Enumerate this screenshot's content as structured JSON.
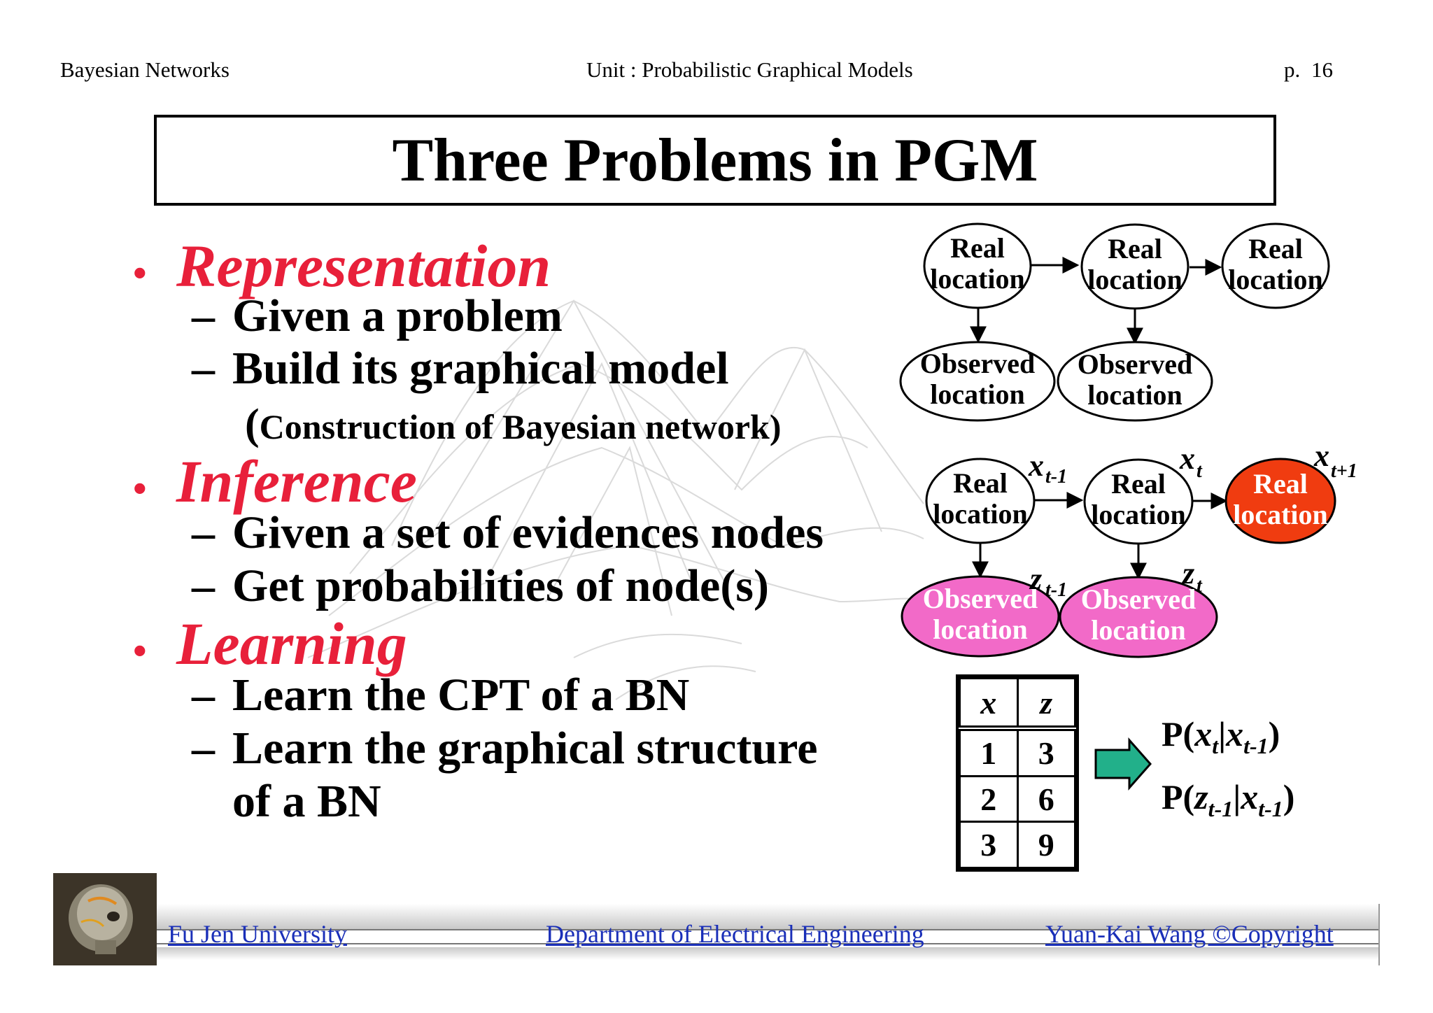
{
  "header": {
    "left": "Bayesian Networks",
    "center": "Unit : Probabilistic Graphical Models",
    "page_prefix": "p.",
    "page_number": "16"
  },
  "title": "Three Problems in PGM",
  "sections": [
    {
      "heading": "Representation",
      "items": [
        "Given a problem",
        "Build its graphical model"
      ],
      "note_open": "(",
      "note_text": "Construction of Bayesian network)"
    },
    {
      "heading": "Inference",
      "items": [
        "Given a set of evidences nodes",
        "Get probabilities of node(s)"
      ]
    },
    {
      "heading": "Learning",
      "items": [
        "Learn the CPT of a BN",
        "Learn the graphical structure",
        "of a BN"
      ]
    }
  ],
  "bullet_symbol": "•",
  "dash_symbol": "–",
  "diagram": {
    "real_l1": "Real",
    "real_l2": "location",
    "obs_l1": "Observed",
    "obs_l2": "location",
    "x_var": "x",
    "z_var": "z",
    "sub_t_minus_1": "t-1",
    "sub_t": "t",
    "sub_t_plus_1": "t+1"
  },
  "cpt": {
    "headers": [
      "x",
      "z"
    ],
    "rows": [
      [
        "1",
        "3"
      ],
      [
        "2",
        "6"
      ],
      [
        "3",
        "9"
      ]
    ]
  },
  "probabilities": {
    "p": "P(",
    "bar": "|",
    "close": ")",
    "x": "x",
    "z": "z",
    "t": "t",
    "t_minus_1": "t-1"
  },
  "colors": {
    "accent_red": "#e8203a",
    "highlight_node": "#f03c10",
    "evidence_node": "#f26ac8",
    "arrow_green": "#22b08a",
    "footer_link": "#1a2fb8"
  },
  "footer": {
    "left": "Fu Jen University",
    "center": "Department of Electrical Engineering",
    "right": "Yuan-Kai Wang ©Copyright"
  }
}
